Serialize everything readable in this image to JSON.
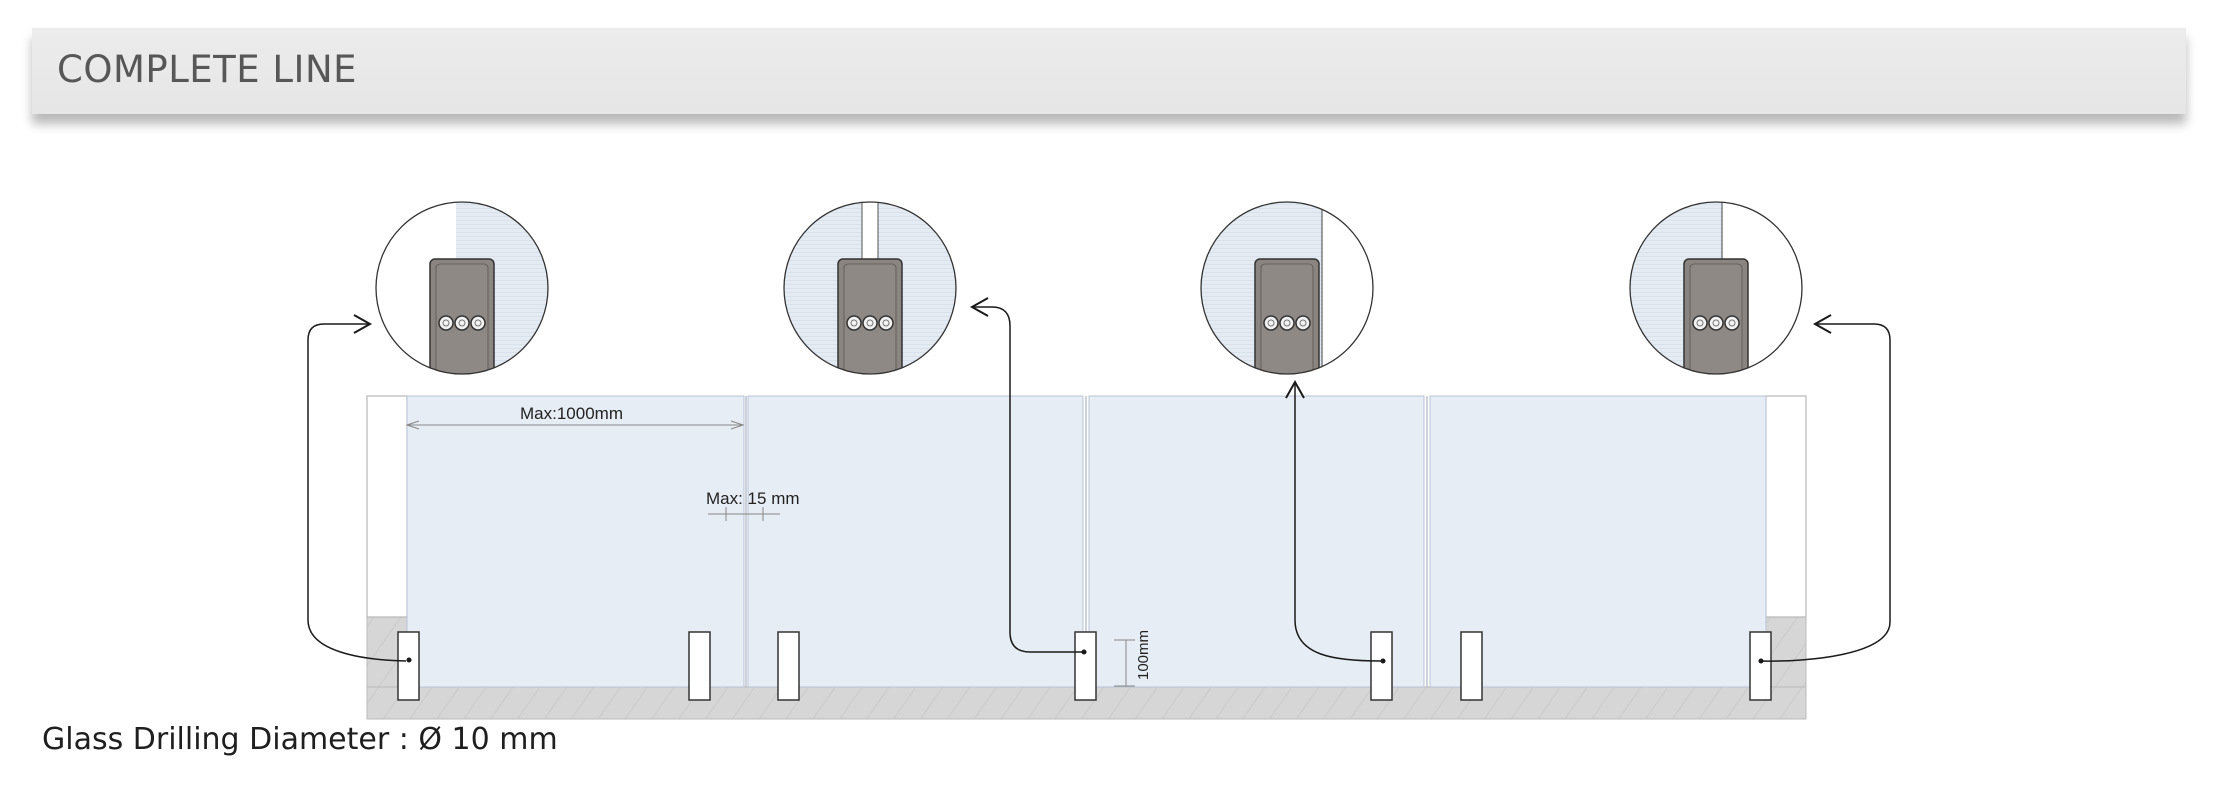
{
  "header": {
    "title": "COMPLETE LINE"
  },
  "dimensions": {
    "span_label": "Max:1000mm",
    "gap_label": "Max: 15 mm",
    "height_label": "100mm"
  },
  "footer": {
    "note": "Glass Drilling Diameter : Ø 10 mm"
  },
  "details": [
    {
      "id": "end-left",
      "glass_side": "right"
    },
    {
      "id": "middle-left",
      "glass_side": "both"
    },
    {
      "id": "corner",
      "glass_side": "left"
    },
    {
      "id": "end-right",
      "glass_side": "left"
    }
  ],
  "colors": {
    "glass": "#e6edf5",
    "floor": "#d6d6d6",
    "clamp": "#8b8581",
    "line": "#1a1a1a"
  }
}
